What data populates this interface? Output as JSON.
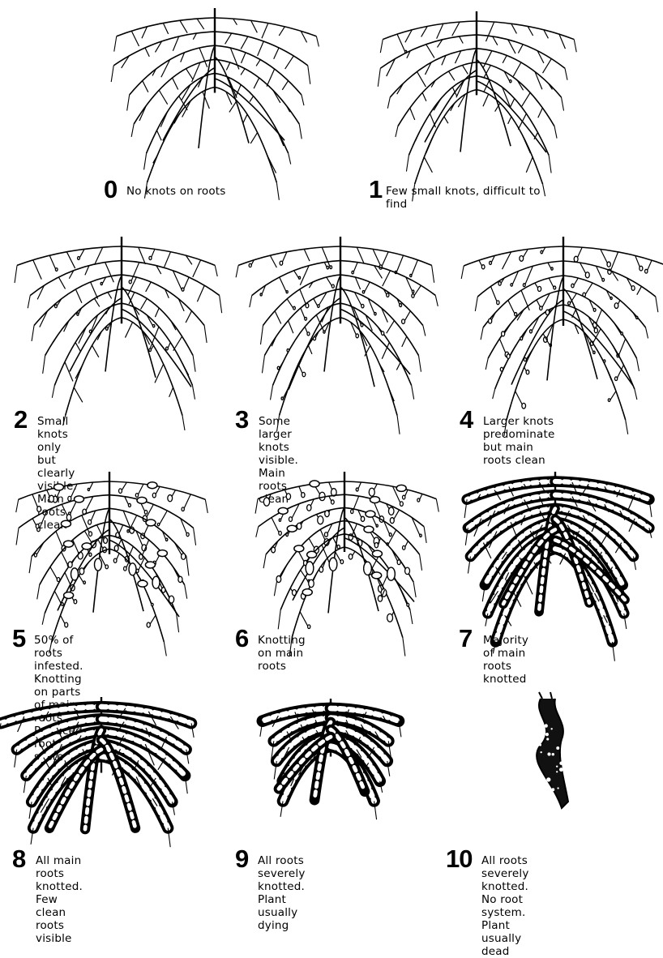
{
  "scale": [
    {
      "score": "0",
      "description": "No knots on roots",
      "knot_level": 0
    },
    {
      "score": "1",
      "description": "Few small knots, difficult to\nfind",
      "knot_level": 0.04
    },
    {
      "score": "2",
      "description": "Small knots only but clearly\nvisible. Main roots clean",
      "knot_level": 0.12
    },
    {
      "score": "3",
      "description": "Some larger knots visible.\nMain roots clean",
      "knot_level": 0.22
    },
    {
      "score": "4",
      "description": "Larger knots predominate\nbut main roots clean",
      "knot_level": 0.34
    },
    {
      "score": "5",
      "description": "50% of roots infested.\nKnotting on parts of main\nroots. Reduced root system",
      "knot_level": 0.5
    },
    {
      "score": "6",
      "description": "Knotting on main roots",
      "knot_level": 0.62
    },
    {
      "score": "7",
      "description": "Majority of main roots\nknotted",
      "knot_level": 0.75
    },
    {
      "score": "8",
      "description": "All main roots knotted.\nFew clean roots visible",
      "knot_level": 0.88
    },
    {
      "score": "9",
      "description": "All roots severely knotted.\nPlant usually dying",
      "knot_level": 0.95
    },
    {
      "score": "10",
      "description": "All roots severely knotted.\nNo root system. Plant\nusually dead",
      "knot_level": 1
    }
  ]
}
